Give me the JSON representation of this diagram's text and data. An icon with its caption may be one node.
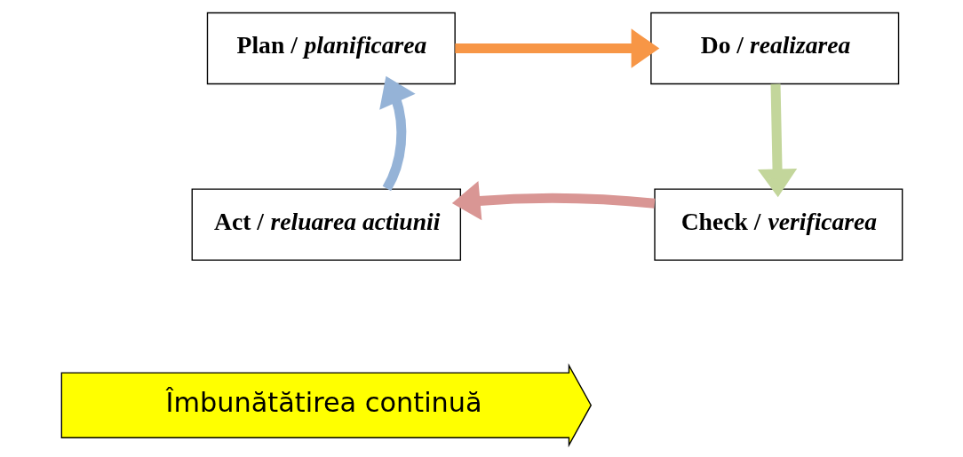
{
  "diagram": {
    "nodes": [
      {
        "text": [
          "Plan / *planificarea*"
        ]
      },
      {
        "text": [
          "Do / *realizarea*"
        ]
      },
      {
        "text": [
          "Act / *reluarea actiunii*"
        ]
      },
      {
        "text": [
          "Check / *verificarea*"
        ]
      },
      {
        "text": [
          "Îmbunătătirea continuă"
        ]
      }
    ],
    "edges": [
      {
        "from": 0,
        "to": 1,
        "arrow": "to",
        "color": "#f79646"
      },
      {
        "from": 1,
        "to": 3,
        "arrow": "to",
        "color": "#c3d69b"
      },
      {
        "from": 3,
        "to": 2,
        "arrow": "to",
        "color": "#d99694"
      },
      {
        "from": 2,
        "to": 0,
        "arrow": "to",
        "color": "#95b3d7"
      }
    ]
  }
}
